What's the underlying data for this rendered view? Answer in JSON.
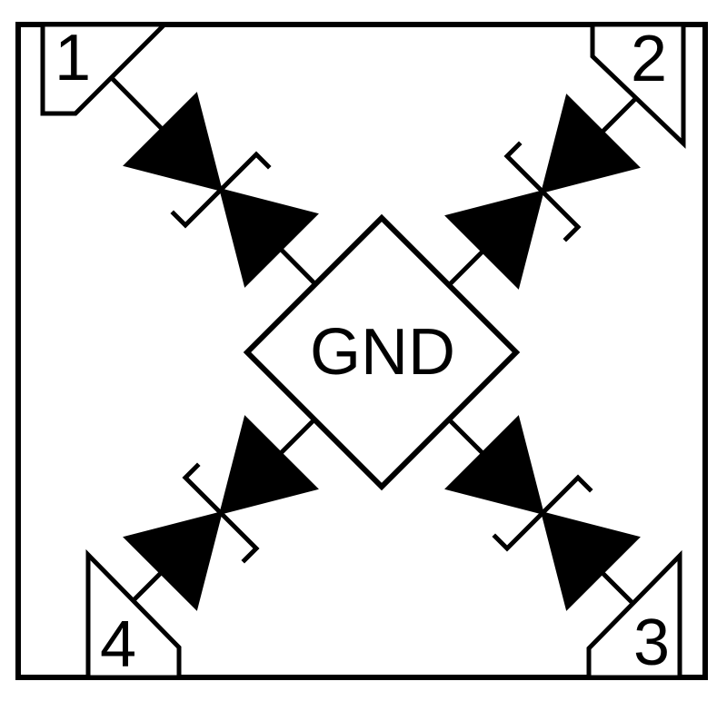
{
  "schematic": {
    "title": "quad-bidirectional-tvs-diode-array",
    "center_label": "GND",
    "pins": [
      {
        "label": "1",
        "position": "top-left"
      },
      {
        "label": "2",
        "position": "top-right"
      },
      {
        "label": "3",
        "position": "bottom-right"
      },
      {
        "label": "4",
        "position": "bottom-left"
      }
    ],
    "components": [
      {
        "name": "bidirectional TVS diode pair",
        "from": "pin 1",
        "to": "GND"
      },
      {
        "name": "bidirectional TVS diode pair",
        "from": "pin 2",
        "to": "GND"
      },
      {
        "name": "bidirectional TVS diode pair",
        "from": "pin 3",
        "to": "GND"
      },
      {
        "name": "bidirectional TVS diode pair",
        "from": "pin 4",
        "to": "GND"
      }
    ],
    "colors": {
      "line": "#000000",
      "fill": "#000000",
      "background": "#ffffff"
    }
  }
}
